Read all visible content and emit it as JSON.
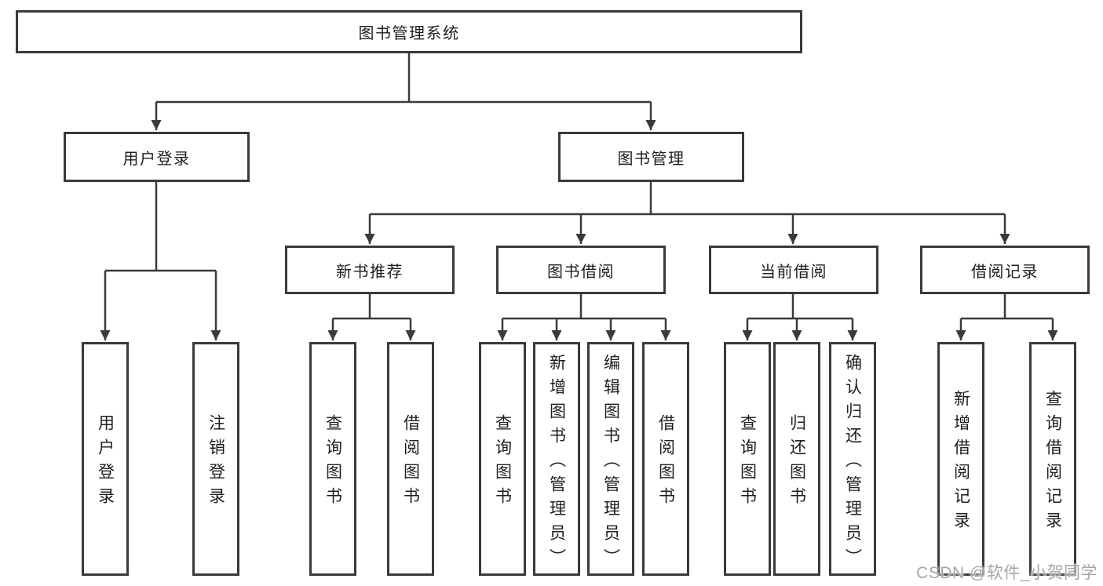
{
  "diagram": {
    "root": {
      "label": "图书管理系统"
    },
    "level2": [
      {
        "label": "用户登录"
      },
      {
        "label": "图书管理"
      }
    ],
    "level3": [
      {
        "label": "新书推荐"
      },
      {
        "label": "图书借阅"
      },
      {
        "label": "当前借阅"
      },
      {
        "label": "借阅记录"
      }
    ],
    "leaves": {
      "user_login": [
        "用户登录",
        "注销登录"
      ],
      "new_books": [
        "查询图书",
        "借阅图书"
      ],
      "book_borrow": [
        "查询图书",
        "新增图书（管理员）",
        "编辑图书（管理员）",
        "借阅图书"
      ],
      "current_borrow": [
        "查询图书",
        "归还图书",
        "确认归还（管理员）"
      ],
      "borrow_records": [
        "新增借阅记录",
        "查询借阅记录"
      ]
    }
  },
  "watermark": "CSDN @软件_小贺同学",
  "colors": {
    "line": "#3a3a3a",
    "box_border": "#3a3a3a",
    "text": "#1f1f1f",
    "watermark": "#a5a5a5",
    "background": "#ffffff"
  }
}
